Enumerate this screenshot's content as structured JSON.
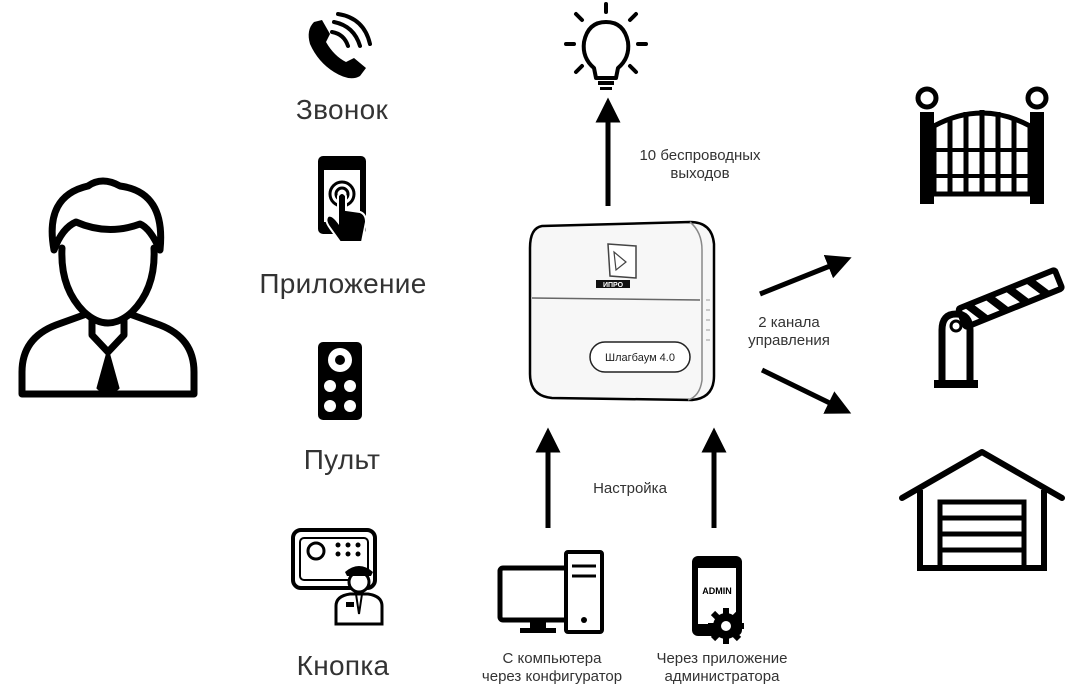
{
  "inputs": {
    "call": "Звонок",
    "app": "Приложение",
    "remote": "Пульт",
    "button": "Кнопка"
  },
  "device": {
    "brand": "ИПРО",
    "model": "Шлагбаум 4.0"
  },
  "outputs": {
    "wireless_line1": "10 беспроводных",
    "wireless_line2": "выходов",
    "channels_line1": "2 канала",
    "channels_line2": "управления"
  },
  "config": {
    "title": "Настройка",
    "pc_line1": "С компьютера",
    "pc_line2": "через конфигуратор",
    "admin_line1": "Через приложение",
    "admin_line2": "администратора",
    "admin_screen": "ADMIN"
  }
}
